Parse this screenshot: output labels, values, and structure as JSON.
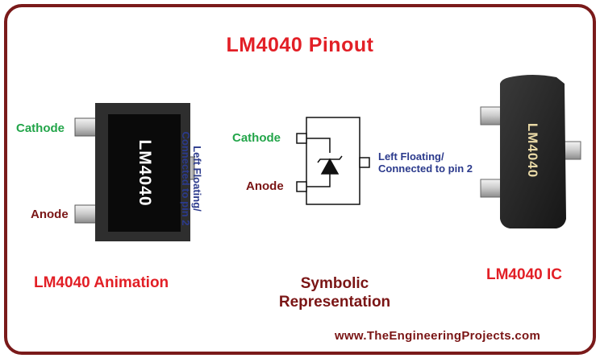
{
  "title": "LM4040 Pinout",
  "animation": {
    "chip_marking": "LM4040",
    "cathode_label": "Cathode",
    "anode_label": "Anode",
    "pin3_line1": "Left Floating/",
    "pin3_line2": "Connected to pin 2",
    "caption": "LM4040 Animation"
  },
  "symbol": {
    "cathode_label": "Cathode",
    "anode_label": "Anode",
    "pin3_line1": "Left Floating/",
    "pin3_line2": "Connected to pin 2",
    "caption_line1": "Symbolic",
    "caption_line2": "Representation"
  },
  "ic": {
    "chip_marking": "LM4040",
    "caption": "LM4040 IC"
  },
  "website": "www.TheEngineeringProjects.com",
  "colors": {
    "title_red": "#e21f26",
    "maroon": "#7a1515",
    "cathode_green": "#23a54a",
    "pin_label_navy": "#2b3a8c",
    "border": "#7a1a1a"
  }
}
